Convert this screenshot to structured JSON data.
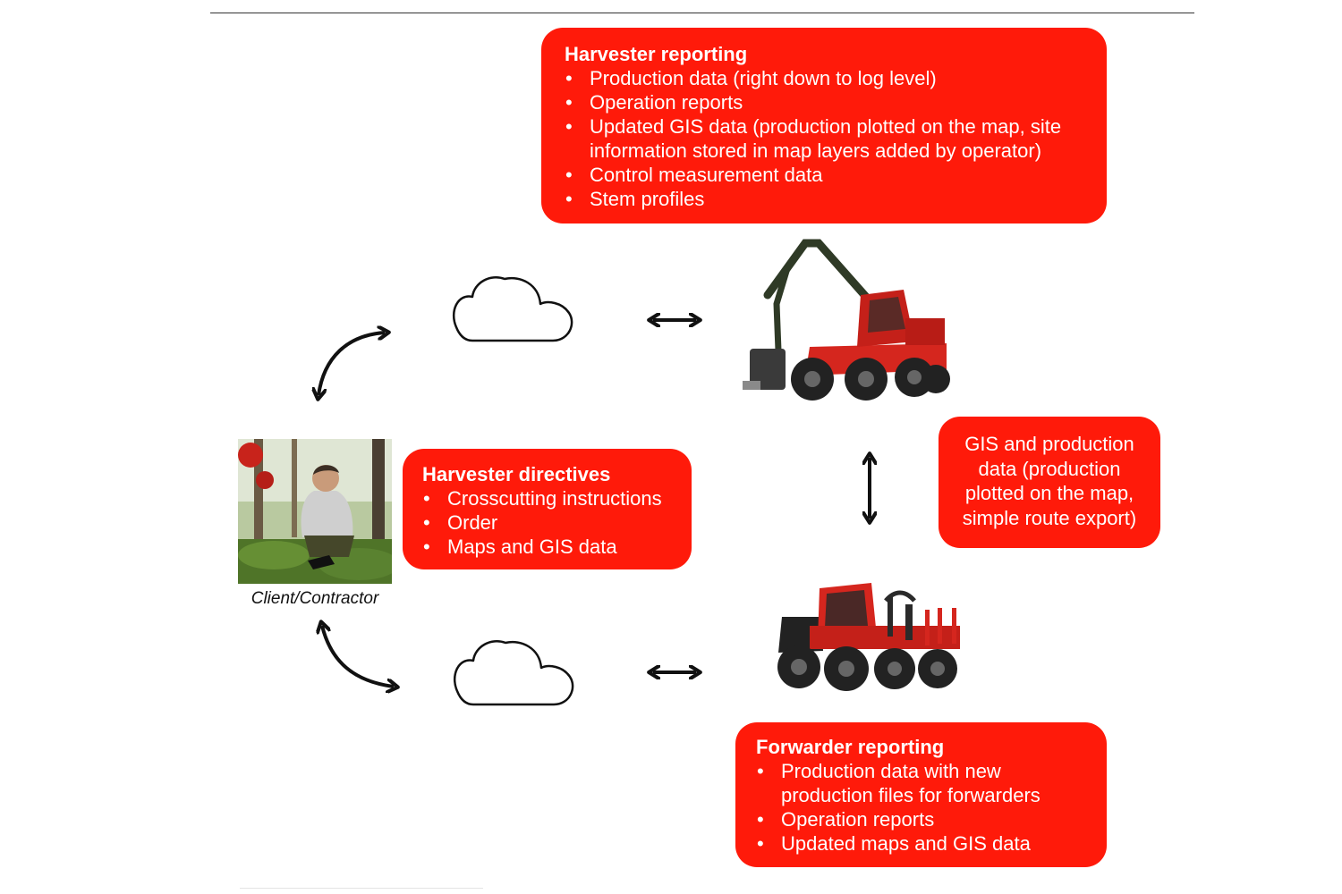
{
  "harvester_reporting": {
    "title": "Harvester reporting",
    "items": [
      "Production data (right down to log level)",
      "Operation reports",
      "Updated GIS data (production plotted on the map, site information stored in map layers added by operator)",
      "Control measurement data",
      "Stem profiles"
    ]
  },
  "harvester_directives": {
    "title": "Harvester directives",
    "items": [
      "Crosscutting instructions",
      "Order",
      "Maps and GIS data"
    ]
  },
  "gis_box": {
    "text": "GIS and production data (production plotted on the map, simple route export)"
  },
  "forwarder_reporting": {
    "title": "Forwarder reporting",
    "items": [
      "Production data with new production files for forwarders",
      "Operation reports",
      "Updated maps and GIS data"
    ]
  },
  "client": {
    "caption": "Client/Contractor"
  },
  "colors": {
    "box_red": "#ff1a0a",
    "arrow": "#111111",
    "machine_red": "#d5261e"
  },
  "icons": [
    "cloud-icon",
    "double-arrow-icon",
    "harvester-machine",
    "forwarder-machine",
    "client-photo"
  ]
}
